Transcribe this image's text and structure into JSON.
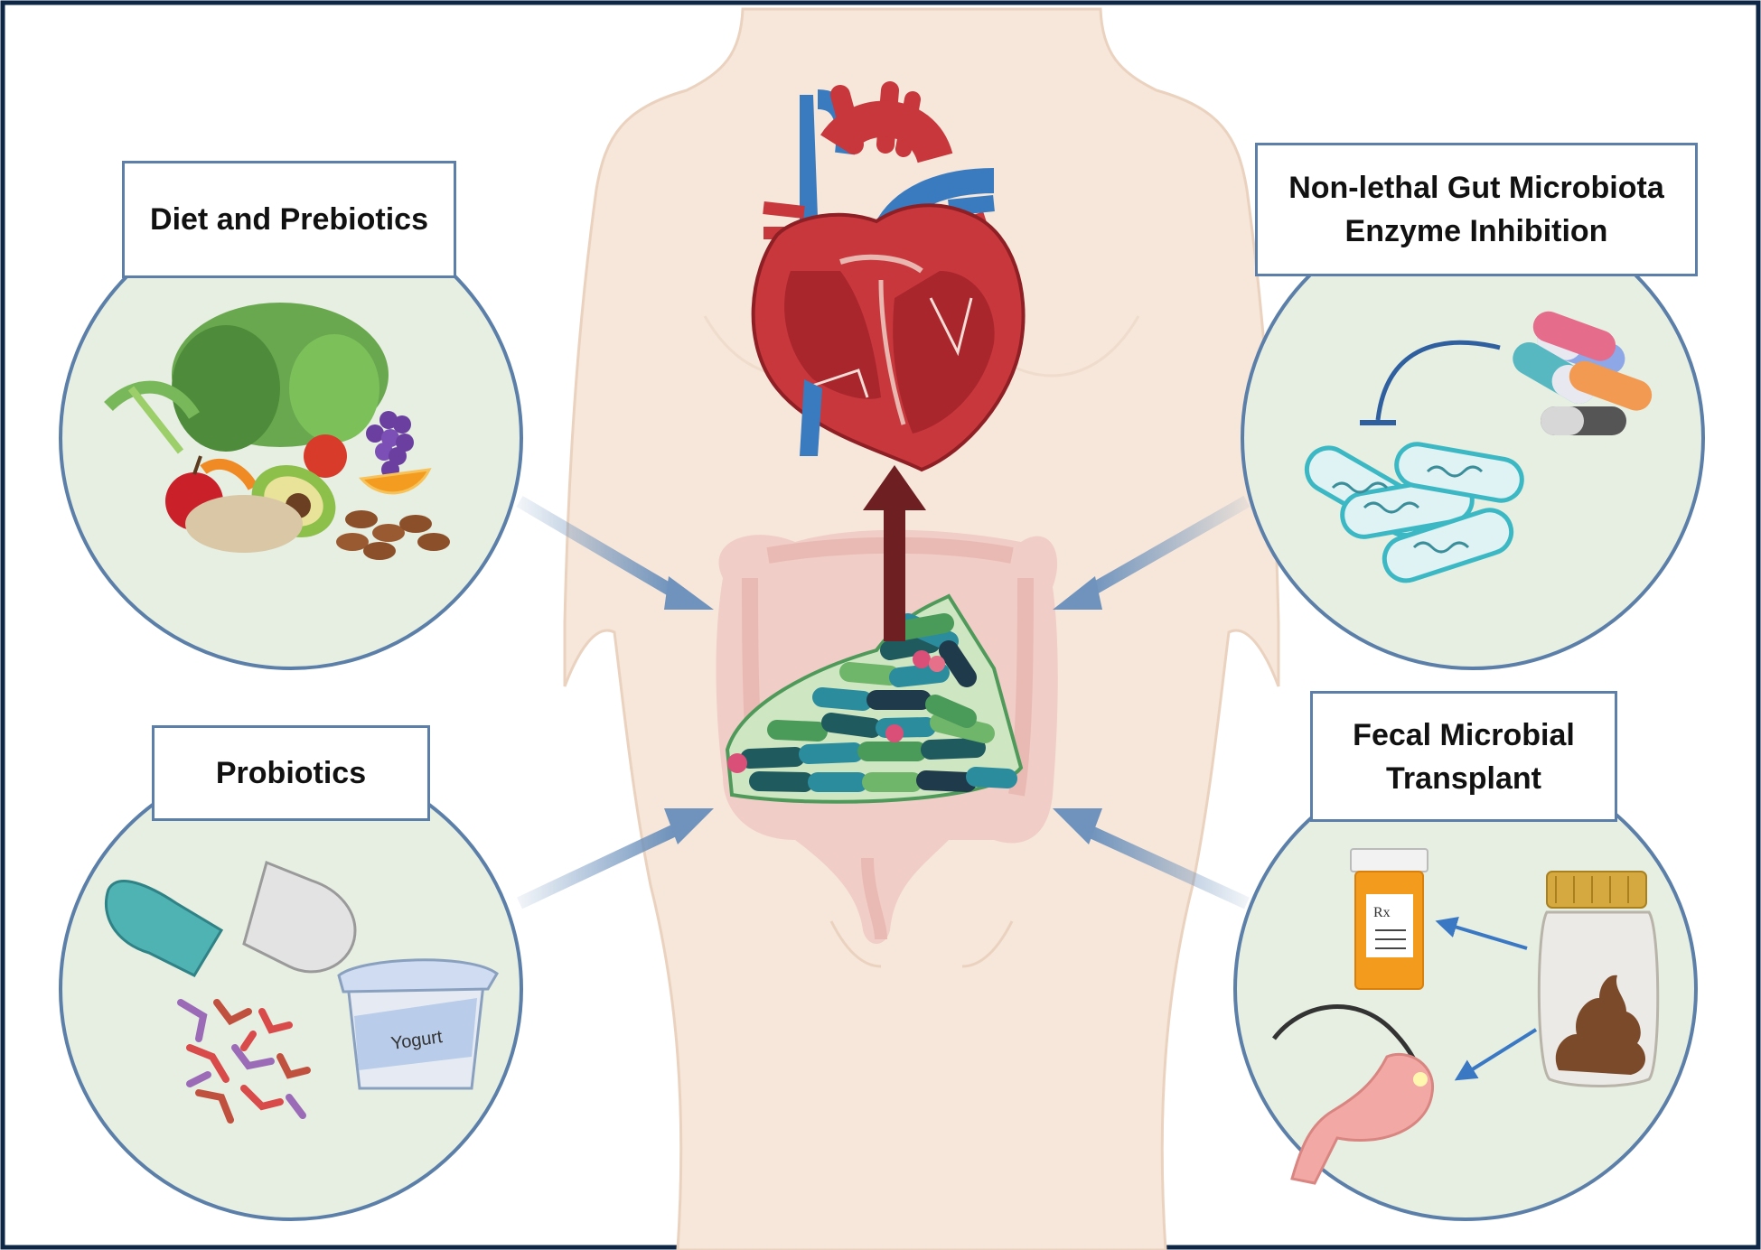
{
  "panels": {
    "diet": {
      "title": "Diet and Prebiotics"
    },
    "probiotics": {
      "title": "Probiotics",
      "yogurt_label": "Yogurt"
    },
    "enzyme": {
      "title_line1": "Non-lethal Gut Microbiota",
      "title_line2": "Enzyme Inhibition"
    },
    "fmt": {
      "title_line1": "Fecal Microbial",
      "title_line2": "Transplant",
      "rx_label": "Rx"
    }
  },
  "colors": {
    "frame": "#0f2747",
    "box_border": "#5b7fa8",
    "circle_fill": "#e6efe2",
    "arrow": "#6f93bd",
    "heart_red": "#c8373c",
    "vessel_blue": "#3a7bbf",
    "up_arrow": "#6e1f22",
    "body_skin": "#f6e7da"
  }
}
